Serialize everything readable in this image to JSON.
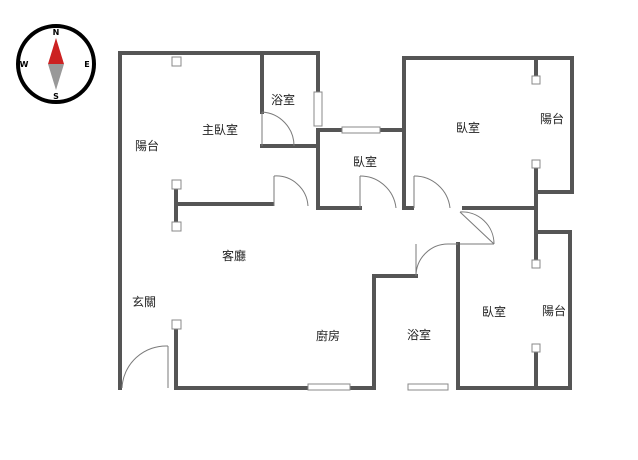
{
  "compass": {
    "north": "N",
    "south": "S",
    "east": "E",
    "west": "W",
    "needle_north_color": "#cc2222",
    "needle_south_color": "#999999"
  },
  "rooms": {
    "master_bedroom": "主臥室",
    "bathroom_top": "浴室",
    "balcony_left": "陽台",
    "bedroom_middle": "臥室",
    "bedroom_top_right": "臥室",
    "balcony_top_right": "陽台",
    "living_room": "客廳",
    "entrance": "玄關",
    "kitchen": "廚房",
    "bathroom_bottom": "浴室",
    "bedroom_bottom_right": "臥室",
    "balcony_bottom_right": "陽台"
  },
  "colors": {
    "wall": "#555555",
    "background": "#ffffff"
  }
}
